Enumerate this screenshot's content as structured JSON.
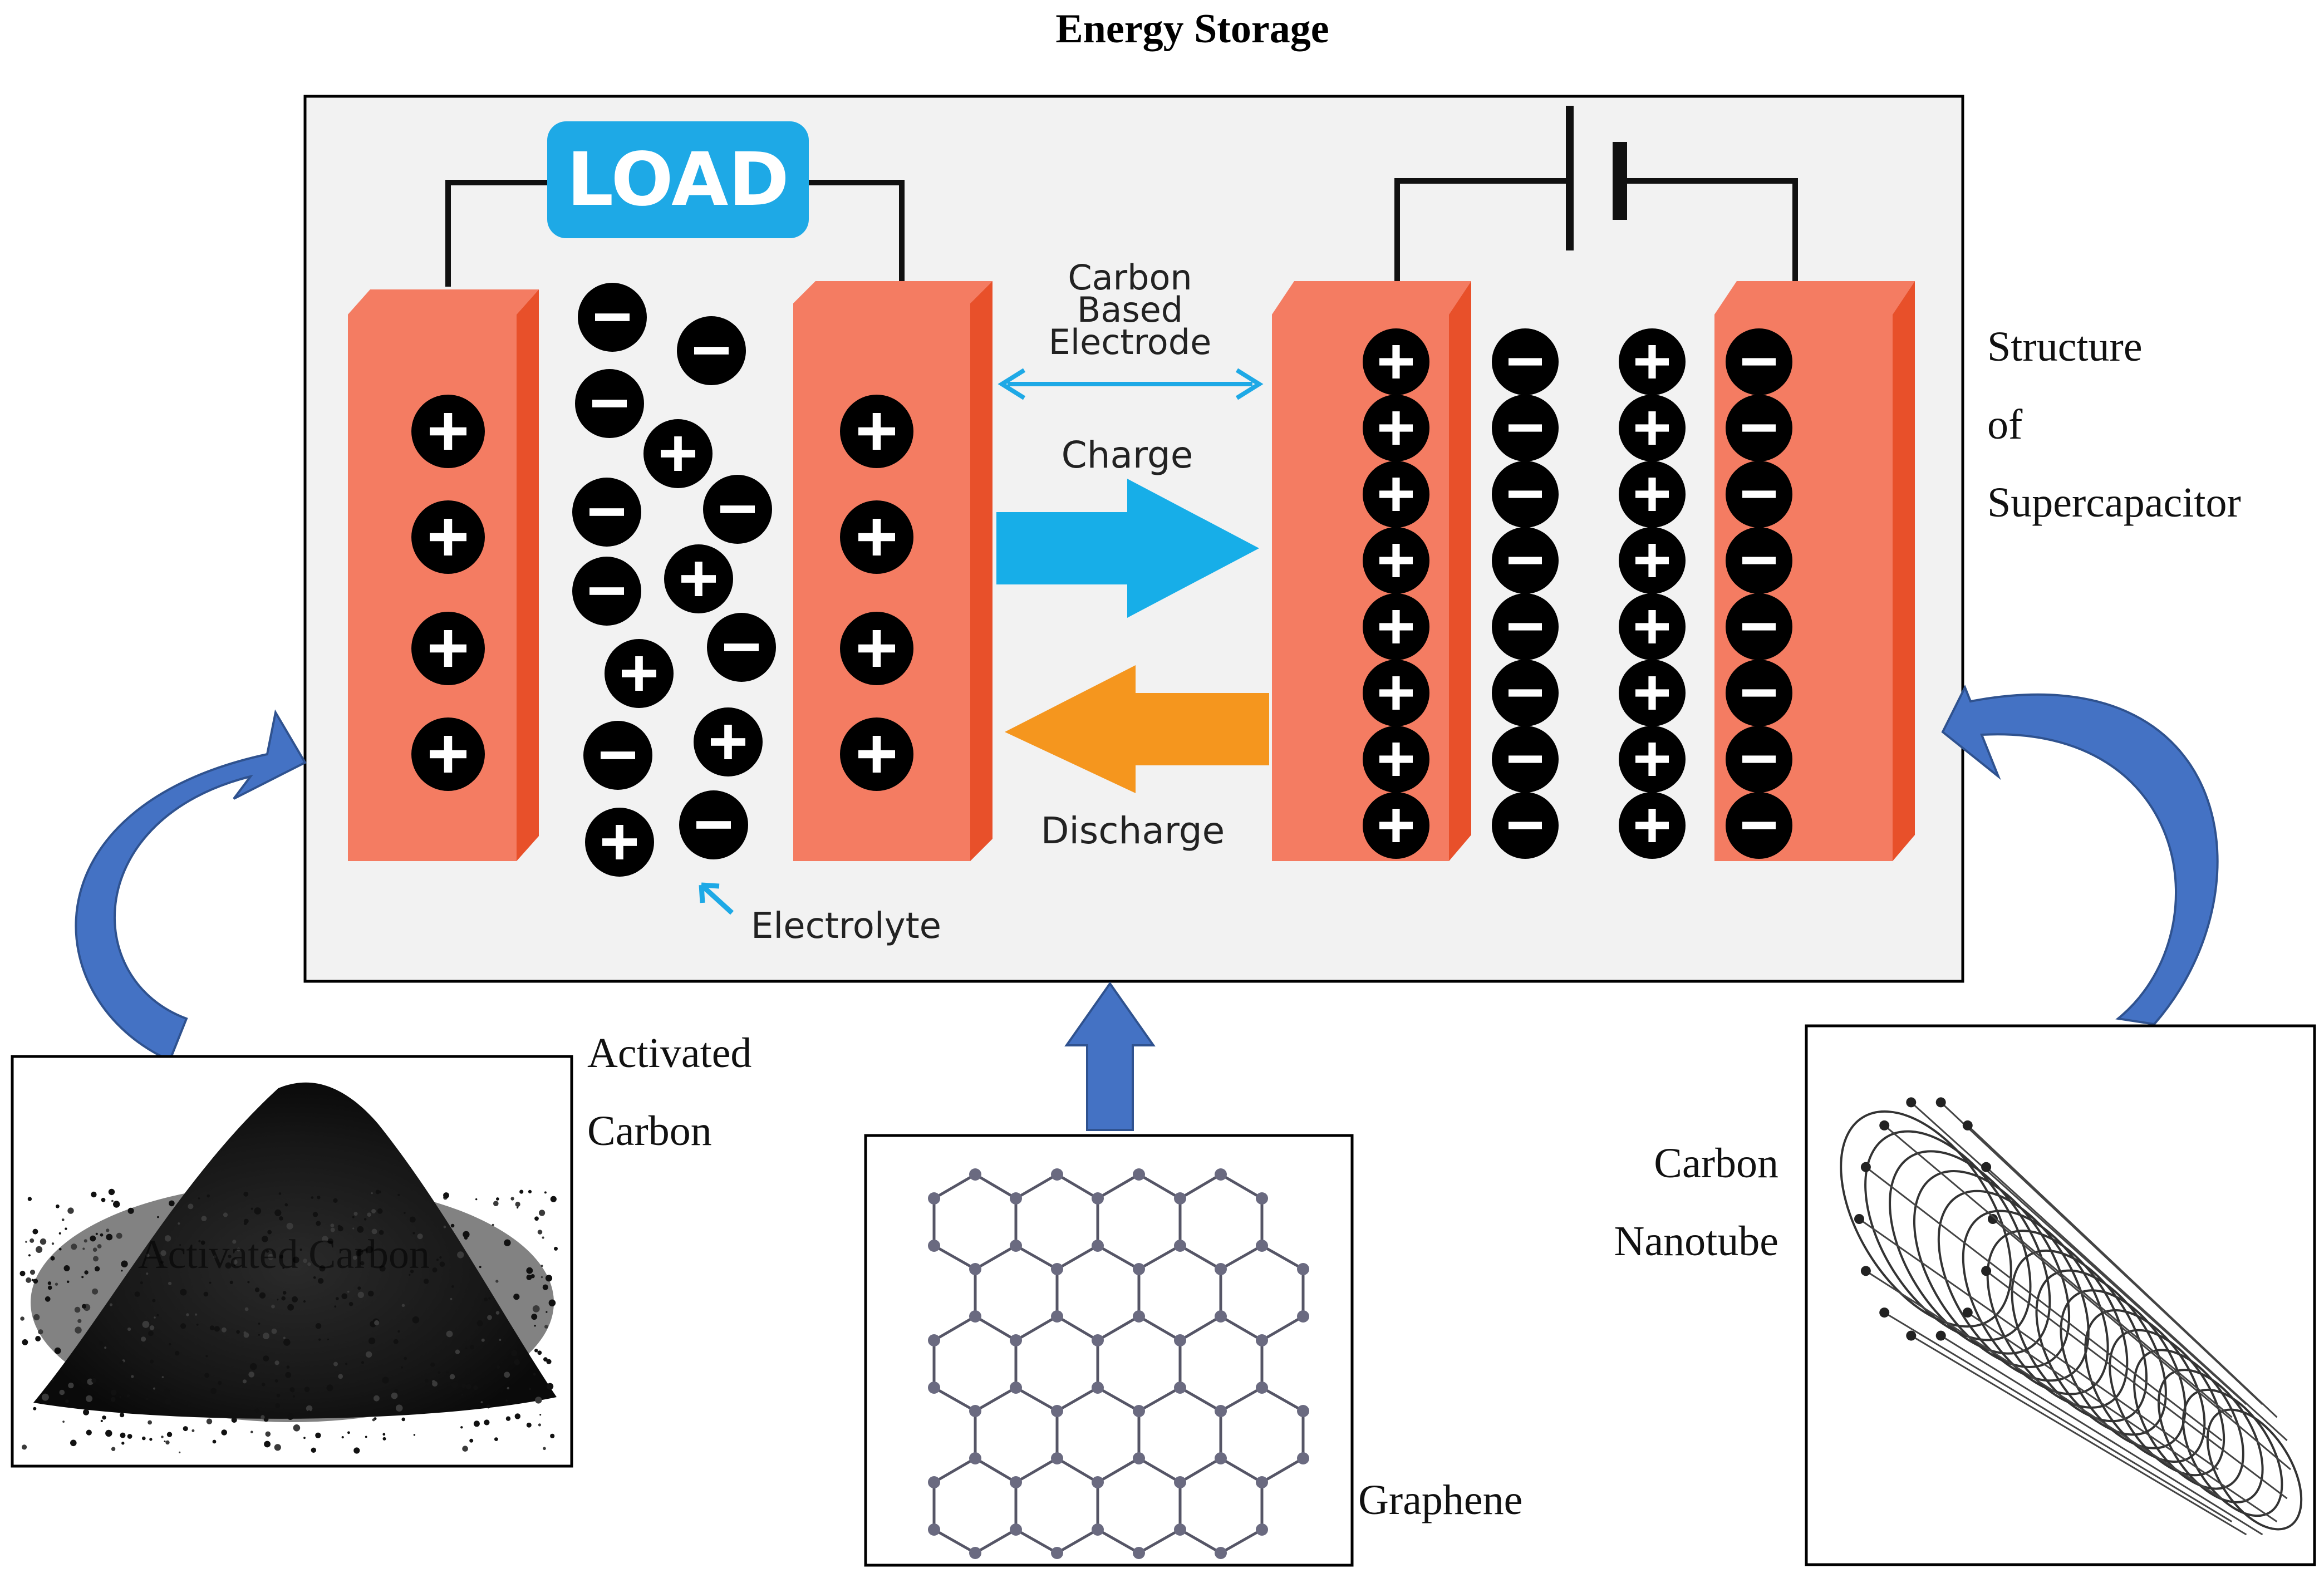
{
  "title": "Energy Storage",
  "diagram": {
    "load_label": "LOAD",
    "electrode_label_lines": [
      "Carbon",
      "Based",
      "Electrode"
    ],
    "charge_label": "Charge",
    "discharge_label": "Discharge",
    "electrolyte_label": "Electrolyte"
  },
  "structure_label_lines": [
    "Structure",
    "of",
    "Supercapacitor"
  ],
  "materials": {
    "activated_carbon": {
      "label_lines": [
        "Activated",
        "Carbon"
      ],
      "image_caption": "Activated Carbon"
    },
    "graphene": {
      "label": "Graphene"
    },
    "nanotube": {
      "label_lines": [
        "Carbon",
        "Nanotube"
      ]
    }
  },
  "colors": {
    "electrode_front": "#f47c62",
    "electrode_side": "#f05a32",
    "load_box": "#1ea9e6",
    "charge_arrow": "#17aee8",
    "discharge_arrow": "#f5961e",
    "curved_arrow": "#4472c4",
    "diagram_bg": "#f2f2f2"
  }
}
